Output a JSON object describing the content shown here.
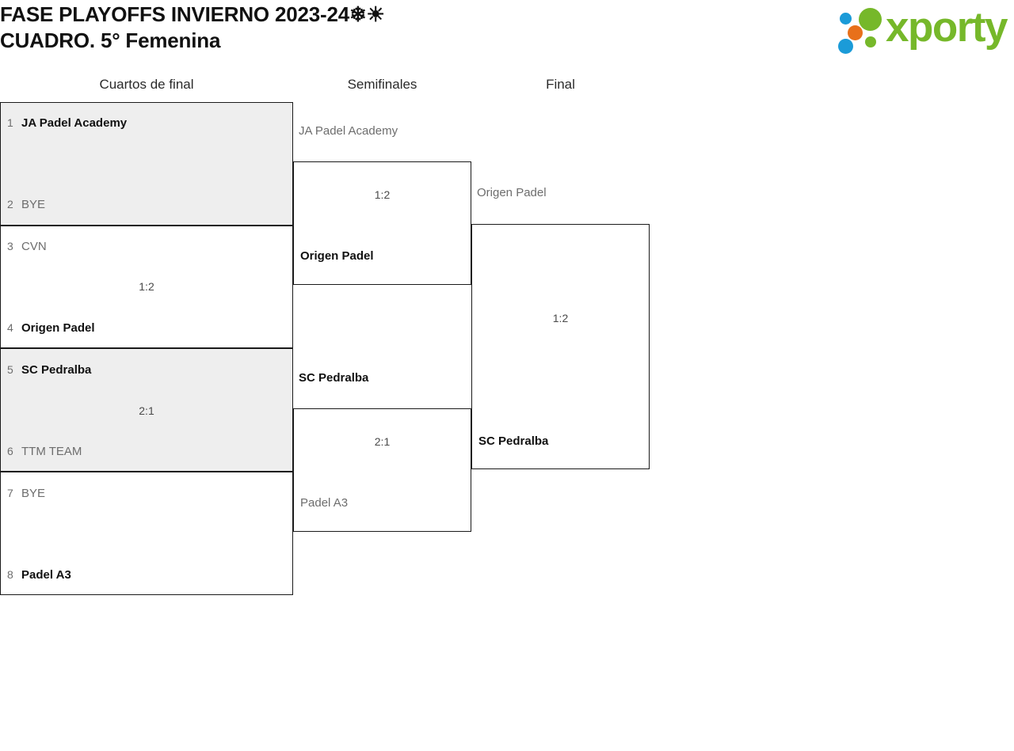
{
  "header": {
    "title_line_1": "FASE PLAYOFFS INVIERNO 2023-24❄☀",
    "title_line_2": "CUADRO. 5° Femenina",
    "logo_text": "xporty",
    "logo_colors": {
      "green": "#76b82a",
      "blue": "#1b9bd8",
      "orange": "#e8701a"
    }
  },
  "bracket": {
    "rounds": [
      {
        "label": "Cuartos de final"
      },
      {
        "label": "Semifinales"
      },
      {
        "label": "Final"
      }
    ],
    "quarterfinals": [
      {
        "score": "",
        "shaded": true,
        "top": {
          "seed": "1",
          "team": "JA Padel Academy",
          "result": "winner"
        },
        "bottom": {
          "seed": "2",
          "team": "BYE",
          "result": "loser"
        }
      },
      {
        "score": "1:2",
        "shaded": false,
        "top": {
          "seed": "3",
          "team": "CVN",
          "result": "loser"
        },
        "bottom": {
          "seed": "4",
          "team": "Origen Padel",
          "result": "winner"
        }
      },
      {
        "score": "2:1",
        "shaded": true,
        "top": {
          "seed": "5",
          "team": "SC Pedralba",
          "result": "winner"
        },
        "bottom": {
          "seed": "6",
          "team": "TTM TEAM",
          "result": "loser"
        }
      },
      {
        "score": "",
        "shaded": false,
        "top": {
          "seed": "7",
          "team": "BYE",
          "result": "loser"
        },
        "bottom": {
          "seed": "8",
          "team": "Padel A3",
          "result": "winner"
        }
      }
    ],
    "semifinals": [
      {
        "score": "1:2",
        "top": {
          "team": "JA Padel Academy",
          "result": "loser"
        },
        "bottom": {
          "team": "Origen Padel",
          "result": "winner"
        }
      },
      {
        "score": "2:1",
        "top": {
          "team": "SC Pedralba",
          "result": "winner"
        },
        "bottom": {
          "team": "Padel A3",
          "result": "loser"
        }
      }
    ],
    "final": [
      {
        "score": "1:2",
        "top": {
          "team": "Origen Padel",
          "result": "loser"
        },
        "bottom": {
          "team": "SC Pedralba",
          "result": "winner"
        }
      }
    ]
  }
}
